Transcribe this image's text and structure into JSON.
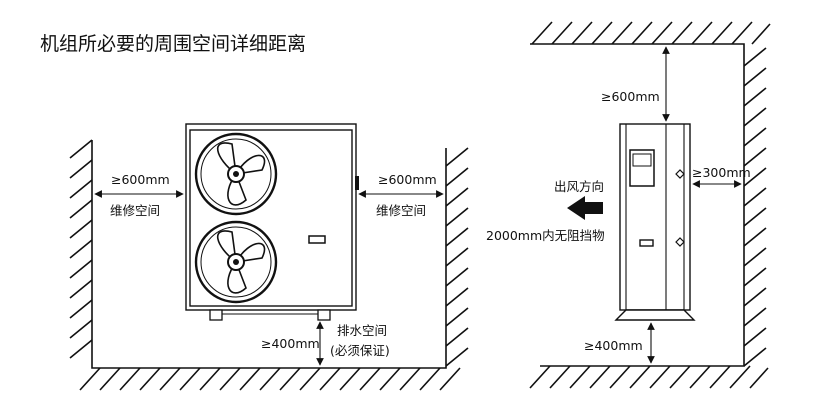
{
  "title": "机组所必要的周围空间详细距离",
  "left": {
    "left_clearance": "≥600mm",
    "left_caption": "维修空间",
    "right_clearance": "≥600mm",
    "right_caption": "维修空间",
    "bottom_clearance": "≥400mm",
    "bottom_caption_1": "排水空间",
    "bottom_caption_2": "(必须保证)"
  },
  "right": {
    "top_clearance": "≥600mm",
    "side_clearance": "≥300mm",
    "airflow_label": "出风方向",
    "front_clearance": "2000mm内无阻挡物",
    "bottom_clearance": "≥400mm"
  },
  "icons": [
    "fan-icon",
    "airflow-arrow-icon",
    "double-arrow-icon"
  ]
}
